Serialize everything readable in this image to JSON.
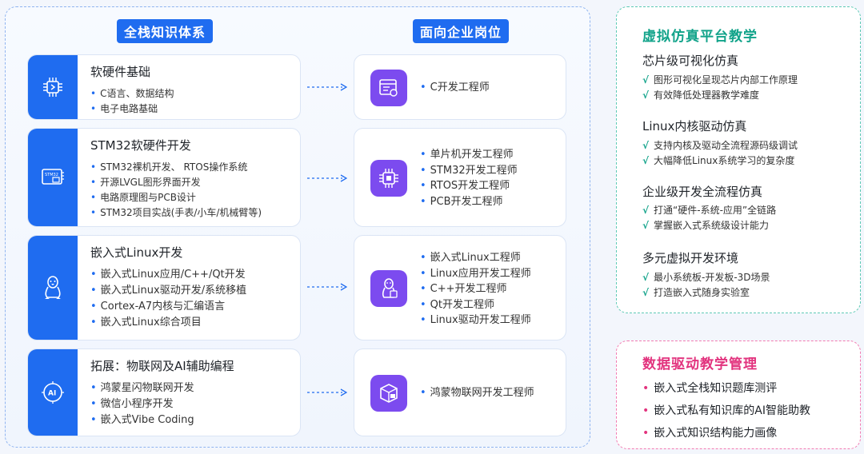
{
  "headers": {
    "left": "全栈知识体系",
    "right": "面向企业岗位"
  },
  "skills": [
    {
      "title": "软硬件基础",
      "icon": "chip-icon",
      "items": [
        "C语言、数据结构",
        "电子电路基础"
      ]
    },
    {
      "title": "STM32软硬件开发",
      "icon": "stm32-board-icon",
      "items": [
        "STM32裸机开发、 RTOS操作系统",
        "开源LVGL图形界面开发",
        "电路原理图与PCB设计",
        "STM32项目实战(手表/小车/机械臂等)"
      ]
    },
    {
      "title": "嵌入式Linux开发",
      "icon": "linux-penguin-icon",
      "items": [
        "嵌入式Linux应用/C++/Qt开发",
        "嵌入式Linux驱动开发/系统移植",
        "Cortex-A7内核与汇编语言",
        "嵌入式Linux综合项目"
      ]
    },
    {
      "title": "拓展：物联网及AI辅助编程",
      "icon": "ai-brain-icon",
      "items": [
        "鸿蒙星闪物联网开发",
        "微信小程序开发",
        "嵌入式Vibe Coding"
      ]
    }
  ],
  "jobs": [
    {
      "icon": "code-window-icon",
      "items": [
        "C开发工程师"
      ]
    },
    {
      "icon": "cpu-icon",
      "items": [
        "单片机开发工程师",
        "STM32开发工程师",
        "RTOS开发工程师",
        "PCB开发工程师"
      ]
    },
    {
      "icon": "penguin-icon",
      "items": [
        "嵌入式Linux工程师",
        "Linux应用开发工程师",
        "C++开发工程师",
        "Qt开发工程师",
        "Linux驱动开发工程师"
      ]
    },
    {
      "icon": "iot-cube-icon",
      "items": [
        "鸿蒙物联网开发工程师"
      ]
    }
  ],
  "simulation": {
    "title": "虚拟仿真平台教学",
    "sections": [
      {
        "heading": "芯片级可视化仿真",
        "items": [
          "图形可视化呈现芯片内部工作原理",
          "有效降低处理器教学难度"
        ]
      },
      {
        "heading": "Linux内核驱动仿真",
        "items": [
          "支持内核及驱动全流程源码级调试",
          "大幅降低Linux系统学习的复杂度"
        ]
      },
      {
        "heading": "企业级开发全流程仿真",
        "items": [
          "打通“硬件-系统-应用”全链路",
          "掌握嵌入式系统级设计能力"
        ]
      },
      {
        "heading": "多元虚拟开发环境",
        "items": [
          "最小系统板-开发板-3D场景",
          "打造嵌入式随身实验室"
        ]
      }
    ]
  },
  "data_mgmt": {
    "title": "数据驱动教学管理",
    "items": [
      "嵌入式全栈知识题库测评",
      "嵌入式私有知识库的AI智能助教",
      "嵌入式知识结构能力画像"
    ]
  },
  "colors": {
    "blue": "#1f6cf0",
    "purple": "#7c4bef",
    "teal": "#12a38a",
    "pink": "#e2337e"
  }
}
